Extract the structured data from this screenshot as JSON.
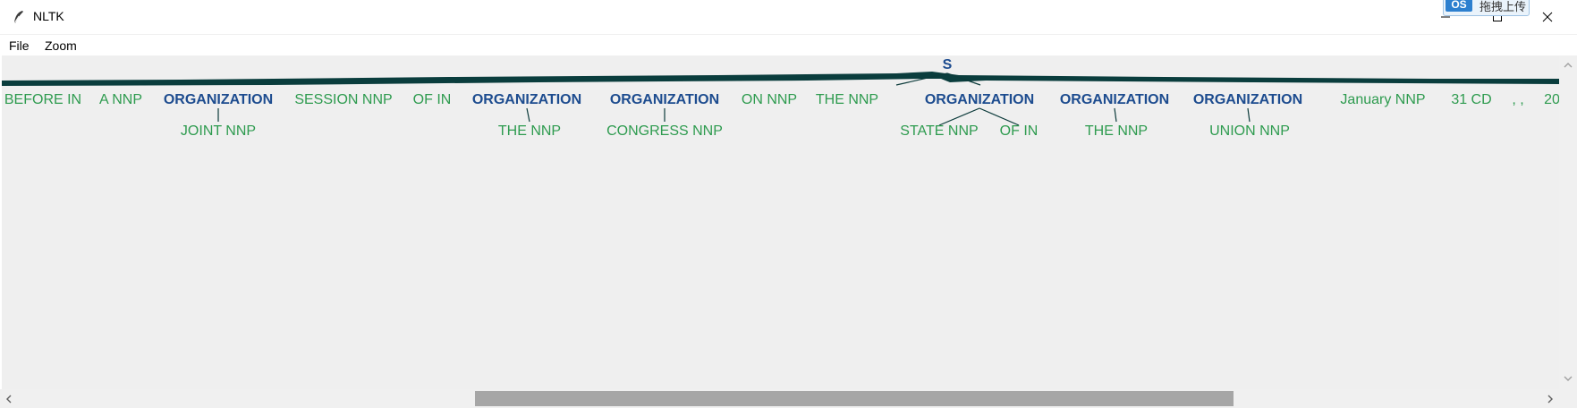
{
  "window": {
    "title": "NLTK",
    "app_icon": "feather-icon",
    "controls": [
      "minimize-icon",
      "maximize-icon",
      "close-icon"
    ]
  },
  "overlay": {
    "icon_text": "OS",
    "label": "拖拽上传"
  },
  "menu": {
    "items": [
      "File",
      "Zoom"
    ]
  },
  "tree": {
    "root": "S",
    "node_color": "#1d4c8f",
    "leaf_color": "#2e9b4f",
    "children": [
      {
        "label": "BEFORE IN"
      },
      {
        "label": "A NNP"
      },
      {
        "label": "ORGANIZATION",
        "children": [
          "JOINT NNP"
        ]
      },
      {
        "label": "SESSION NNP"
      },
      {
        "label": "OF IN"
      },
      {
        "label": "ORGANIZATION",
        "children": [
          "THE NNP"
        ]
      },
      {
        "label": "ORGANIZATION",
        "children": [
          "CONGRESS NNP"
        ]
      },
      {
        "label": "ON NNP"
      },
      {
        "label": "THE NNP"
      },
      {
        "label": "ORGANIZATION",
        "children": [
          "STATE NNP",
          "OF IN"
        ]
      },
      {
        "label": "ORGANIZATION",
        "children": [
          "THE NNP"
        ]
      },
      {
        "label": "ORGANIZATION",
        "children": [
          "UNION NNP"
        ]
      },
      {
        "label": "January NNP"
      },
      {
        "label": "31 CD"
      },
      {
        "label": ", ,"
      },
      {
        "label": "20"
      }
    ]
  },
  "scrollbars": {
    "vertical": {
      "up_icon": "chevron-up-icon",
      "down_icon": "chevron-down-icon"
    },
    "horizontal": {
      "left_icon": "chevron-left-icon",
      "right_icon": "chevron-right-icon"
    }
  }
}
